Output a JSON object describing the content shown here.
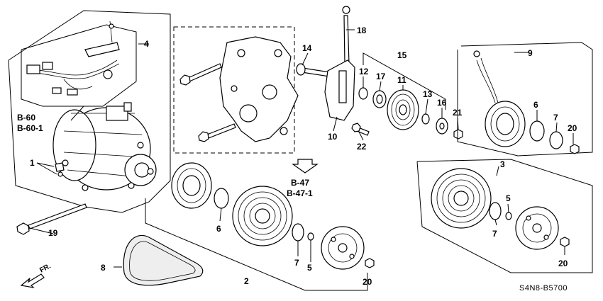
{
  "callouts": {
    "c1": "1",
    "c2": "2",
    "c3": "3",
    "c4": "4",
    "c5a": "5",
    "c5b": "5",
    "c6a": "6",
    "c6b": "6",
    "c7a": "7",
    "c7b": "7",
    "c7c": "7",
    "c8": "8",
    "c9": "9",
    "c10": "10",
    "c11": "11",
    "c12": "12",
    "c13": "13",
    "c14": "14",
    "c15": "15",
    "c16": "16",
    "c17": "17",
    "c18": "18",
    "c19": "19",
    "c20a": "20",
    "c20b": "20",
    "c20c": "20",
    "c21": "21",
    "c22": "22"
  },
  "refs": {
    "b60": "B-60",
    "b60_1": "B-60-1",
    "b47": "B-47",
    "b47_1": "B-47-1"
  },
  "direction_label": "FR.",
  "diagram_code": "S4N8-B5700"
}
